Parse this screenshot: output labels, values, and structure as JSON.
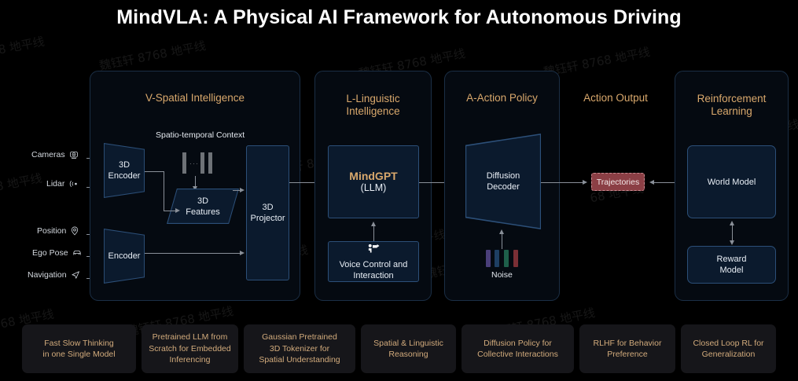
{
  "title": "MindVLA: A Physical AI Framework for Autonomous Driving",
  "watermark": {
    "text": "魏钰轩 8768 地平线",
    "short": "68 地平线"
  },
  "colors": {
    "background": "#000000",
    "panel_bg": "#050a11",
    "panel_border": "#1b2f46",
    "node_bg": "#0b1a2d",
    "node_border": "#2c4f78",
    "accent_orange": "#d9a86c",
    "card_bg": "#16161a",
    "card_text": "#d2ab7c",
    "arrow": "#8a9099",
    "trajectory_bg": "#8b3f45",
    "trajectory_border": "#c98d92"
  },
  "inputs": [
    {
      "label": "Cameras",
      "icon": "camera-icon"
    },
    {
      "label": "Lidar",
      "icon": "lidar-waves-icon"
    },
    {
      "label": "Position",
      "icon": "map-pin-icon"
    },
    {
      "label": "Ego Pose",
      "icon": "car-icon"
    },
    {
      "label": "Navigation",
      "icon": "navigation-arrow-icon"
    }
  ],
  "panels": [
    {
      "id": "spatial",
      "title": "V-Spatial Intelligence",
      "nodes": [
        {
          "id": "encoder3d",
          "label": "3D\nEncoder",
          "shape": "trapezoid"
        },
        {
          "id": "encoder",
          "label": "Encoder",
          "shape": "trapezoid"
        },
        {
          "id": "features3d",
          "label": "3D\nFeatures",
          "shape": "parallelogram"
        },
        {
          "id": "projector3d",
          "label": "3D\nProjector",
          "shape": "rect"
        }
      ],
      "context_label": "Spatio-temporal Context",
      "context_dots": "···"
    },
    {
      "id": "linguistic",
      "title": "L-Linguistic\nIntelligence",
      "nodes": [
        {
          "id": "mindgpt",
          "label_main": "MindGPT",
          "label_sub": "(LLM)",
          "shape": "rect"
        },
        {
          "id": "voice",
          "label": "Voice Control and\nInteraction",
          "icon": "voice-control-icon",
          "shape": "rect"
        }
      ]
    },
    {
      "id": "action",
      "title": "A-Action Policy",
      "nodes": [
        {
          "id": "diffusion",
          "label": "Diffusion\nDecoder",
          "shape": "trapezoid"
        }
      ],
      "noise_label": "Noise",
      "noise_colors": [
        "#4a3f7a",
        "#1e3f63",
        "#1e5f4a",
        "#7a2f35"
      ]
    },
    {
      "id": "output",
      "title": "Action Output",
      "nodes": [
        {
          "id": "trajectories",
          "label": "Trajectories",
          "shape": "rect"
        }
      ]
    },
    {
      "id": "rl",
      "title": "Reinforcement\nLearning",
      "nodes": [
        {
          "id": "world",
          "label": "World Model",
          "shape": "rect"
        },
        {
          "id": "reward",
          "label": "Reward\nModel",
          "shape": "rect"
        }
      ]
    }
  ],
  "cards": [
    "Fast Slow Thinking\nin one Single Model",
    "Pretrained LLM from\nScratch for Embedded\nInferencing",
    "Gaussian Pretrained\n3D Tokenizer for\nSpatial Understanding",
    "Spatial & Linguistic\nReasoning",
    "Diffusion Policy for\nCollective Interactions",
    "RLHF for Behavior\nPreference",
    "Closed Loop RL for\nGeneralization"
  ]
}
